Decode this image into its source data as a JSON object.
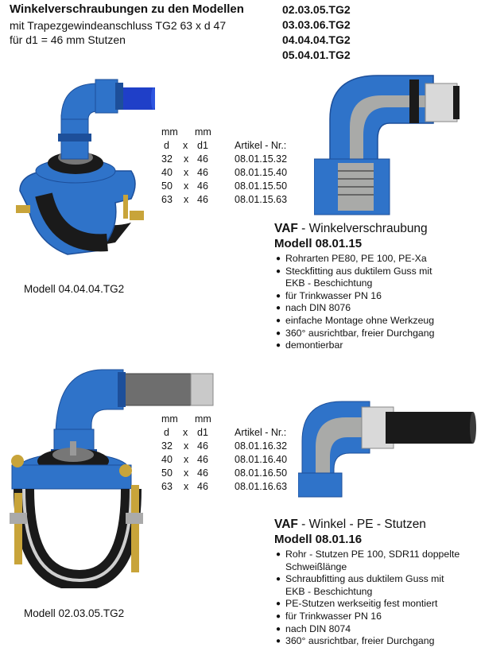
{
  "header": {
    "title": "Winkelverschraubungen zu den Modellen",
    "line2": "mit Trapezgewindeanschluss TG2  63 x d 47",
    "line3": "für d1 = 46 mm Stutzen",
    "models": [
      "02.03.05.TG2",
      "03.03.06.TG2",
      "04.04.04.TG2",
      "05.04.01.TG2"
    ]
  },
  "section1": {
    "caption": "Modell 04.04.04.TG2",
    "table": {
      "units": [
        "mm",
        "mm"
      ],
      "head": [
        "d",
        "x",
        "d1",
        "Artikel - Nr.:"
      ],
      "rows": [
        [
          "32",
          "x",
          "46",
          "08.01.15.32"
        ],
        [
          "40",
          "x",
          "46",
          "08.01.15.40"
        ],
        [
          "50",
          "x",
          "46",
          "08.01.15.50"
        ],
        [
          "63",
          "x",
          "46",
          "08.01.15.63"
        ]
      ]
    },
    "product": {
      "brand": "VAF",
      "name": " - Winkelverschraubung",
      "model": "Modell 08.01.15",
      "features": [
        "Rohrarten PE80, PE 100, PE-Xa",
        "Steckfitting aus duktilem Guss mit EKB - Beschichtung",
        "für Trinkwasser PN 16",
        "nach DIN 8076",
        "einfache Montage ohne Werkzeug",
        "360° ausrichtbar, freier Durchgang",
        "demontierbar"
      ]
    }
  },
  "section2": {
    "caption": "Modell 02.03.05.TG2",
    "table": {
      "units": [
        "mm",
        "mm"
      ],
      "head": [
        "d",
        "x",
        "d1",
        "Artikel - Nr.:"
      ],
      "rows": [
        [
          "32",
          "x",
          "46",
          "08.01.16.32"
        ],
        [
          "40",
          "x",
          "46",
          "08.01.16.40"
        ],
        [
          "50",
          "x",
          "46",
          "08.01.16.50"
        ],
        [
          "63",
          "x",
          "46",
          "08.01.16.63"
        ]
      ]
    },
    "product": {
      "brand": "VAF",
      "name": " - Winkel - PE - Stutzen",
      "model": "Modell 08.01.16",
      "features": [
        "Rohr - Stutzen PE 100, SDR11 doppelte Schweißlänge",
        "Schraubfitting aus duktilem Guss mit EKB - Beschichtung",
        "PE-Stutzen werkseitig fest montiert",
        "für Trinkwasser PN 16",
        "nach DIN 8074",
        "360° ausrichtbar, freier Durchgang"
      ]
    }
  },
  "colors": {
    "fitting_blue": "#2f73c9",
    "fitting_dark": "#1d4f9a",
    "pipe_black": "#1a1a1a",
    "pe_grey": "#6e6e6e",
    "section_grey": "#a9aaa8",
    "gold": "#c8a43a"
  }
}
